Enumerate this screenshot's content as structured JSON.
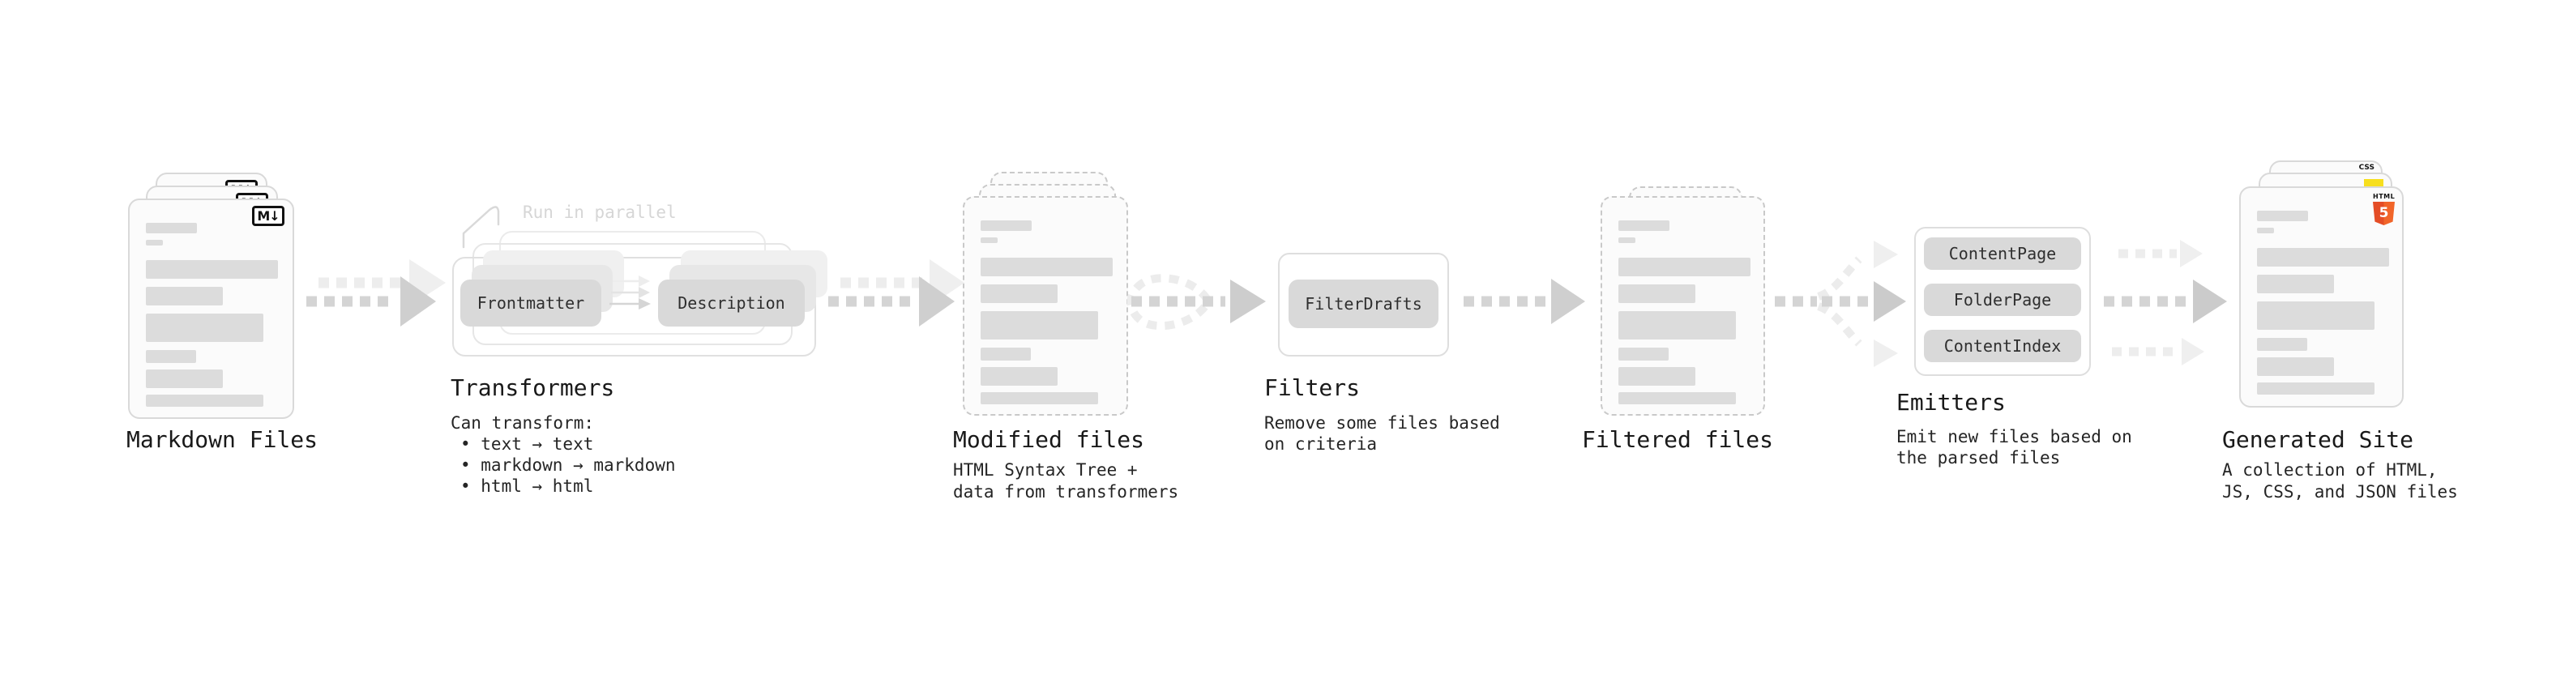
{
  "diagram": {
    "annotation_run_in_parallel": "Run in parallel",
    "nodes": {
      "markdown_files": {
        "label": "Markdown Files",
        "file_badge": "M↓"
      },
      "transformers": {
        "label": "Transformers",
        "pill_left": "Frontmatter",
        "pill_right": "Description",
        "desc_title": "Can transform:",
        "bullets": [
          "• text → text",
          "• markdown → markdown",
          "• html → html"
        ]
      },
      "modified_files": {
        "label": "Modified files",
        "desc_lines": [
          "HTML Syntax Tree +",
          "data from transformers"
        ]
      },
      "filters": {
        "label": "Filters",
        "pill": "FilterDrafts",
        "desc_lines": [
          "Remove some files based",
          "on criteria"
        ]
      },
      "filtered_files": {
        "label": "Filtered files"
      },
      "emitters": {
        "label": "Emitters",
        "pills": [
          "ContentPage",
          "FolderPage",
          "ContentIndex"
        ],
        "desc_lines": [
          "Emit new files based on",
          "the parsed files"
        ]
      },
      "generated_site": {
        "label": "Generated Site",
        "desc_lines": [
          "A collection of HTML,",
          "JS, CSS, and JSON files"
        ],
        "css_badge": "CSS",
        "html5_badge_word": "HTML",
        "html5_badge_number": "5"
      }
    },
    "colors": {
      "html5_orange": "#e44d26",
      "html5_orange_light": "#f16529",
      "js_yellow": "#f7df1e",
      "css_blue": "#2965f1"
    }
  }
}
